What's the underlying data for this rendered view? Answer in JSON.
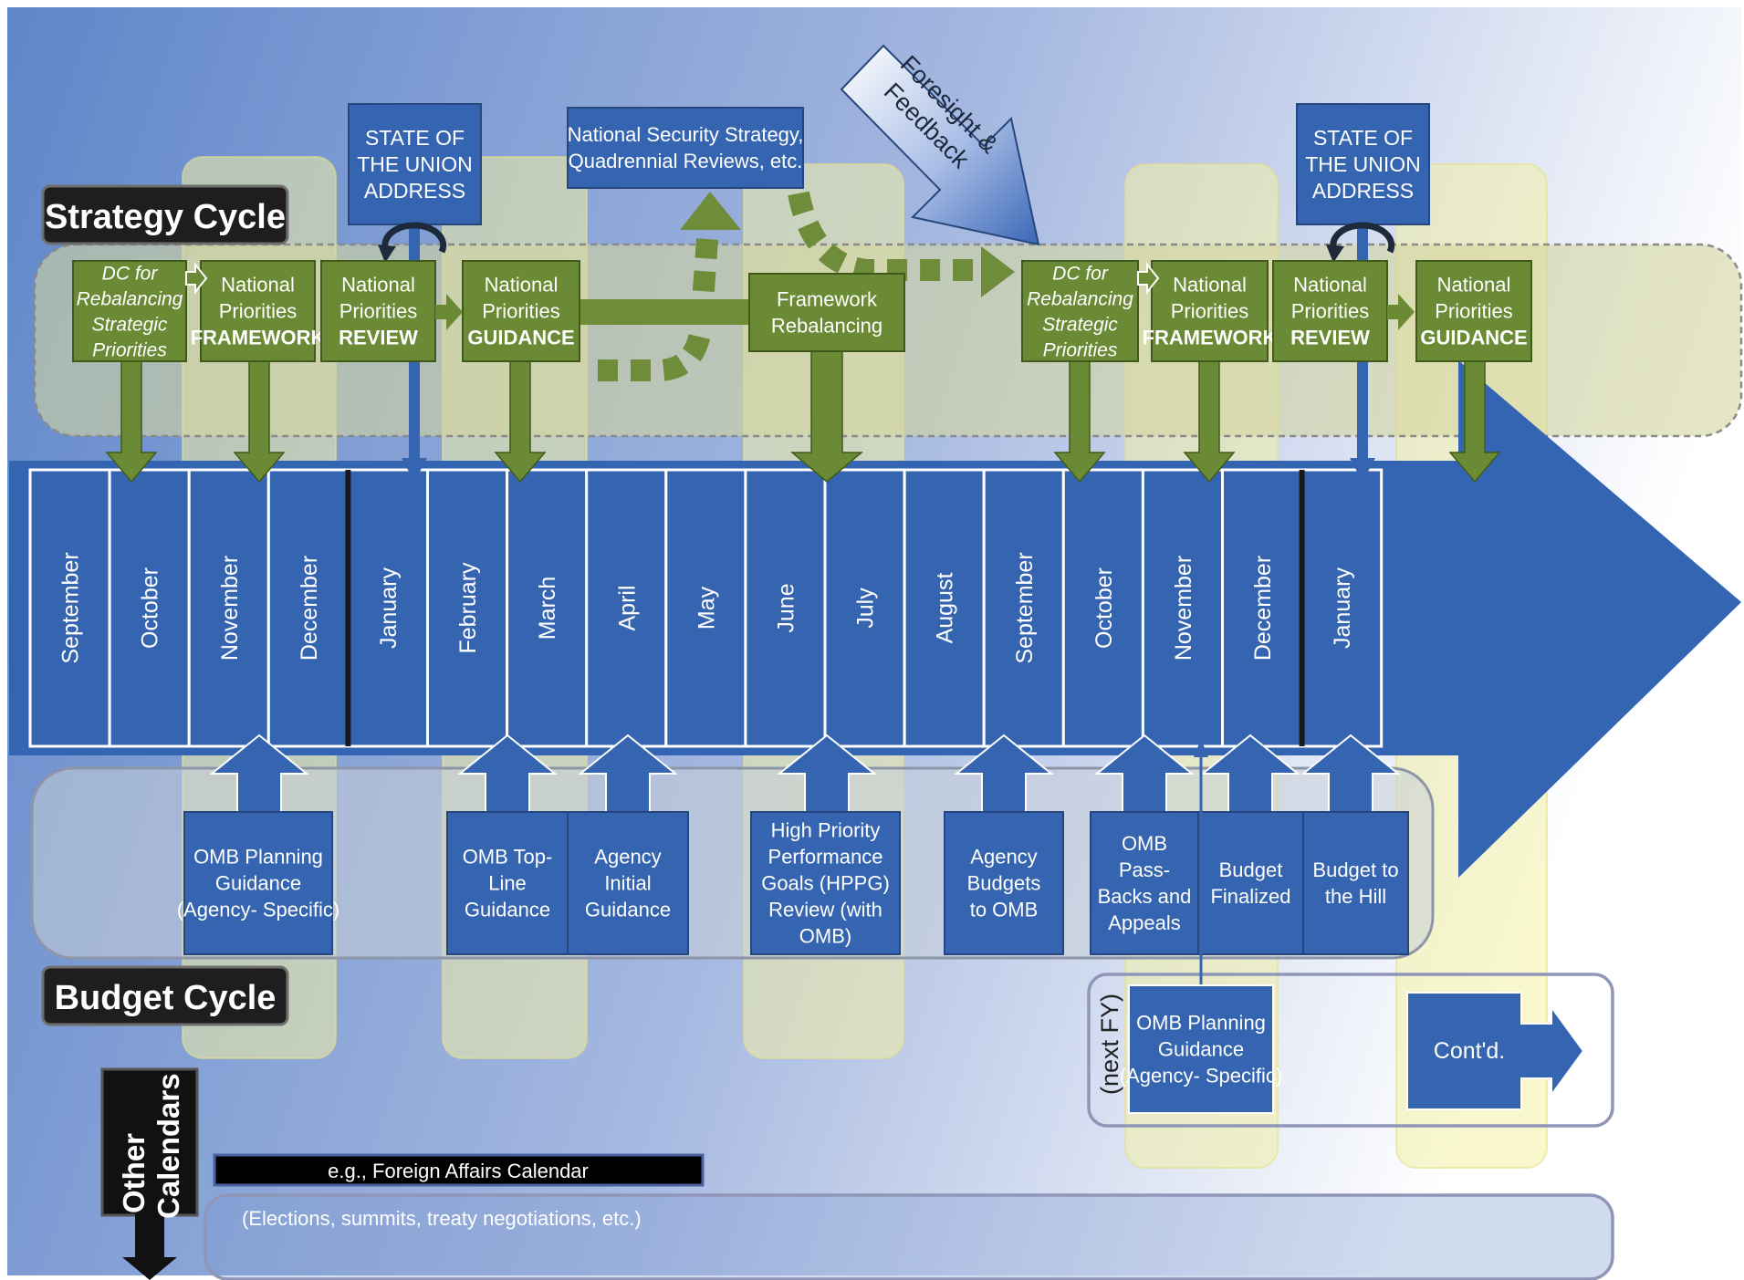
{
  "strategy_cycle": {
    "label": "Strategy Cycle",
    "top_events": [
      {
        "text": [
          "STATE OF",
          "THE UNION",
          "ADDRESS"
        ]
      },
      {
        "text": [
          "National Security Strategy,",
          "Quadrennial Reviews, etc."
        ]
      },
      {
        "text": [
          "STATE OF",
          "THE UNION",
          "ADDRESS"
        ]
      }
    ],
    "foresight_label": [
      "Foresight &",
      "Feedback"
    ],
    "steps": [
      {
        "text": [
          "DC for",
          "Rebalancing",
          "Strategic",
          "Priorities"
        ],
        "style": "italic"
      },
      {
        "text": [
          "National",
          "Priorities",
          "FRAMEWORK"
        ],
        "style": "bold-last"
      },
      {
        "text": [
          "National",
          "Priorities",
          "REVIEW"
        ],
        "style": "bold-last"
      },
      {
        "text": [
          "National",
          "Priorities",
          "GUIDANCE"
        ],
        "style": "bold-last"
      },
      {
        "text": [
          "Framework",
          "Rebalancing"
        ],
        "style": "plain"
      },
      {
        "text": [
          "DC for",
          "Rebalancing",
          "Strategic",
          "Priorities"
        ],
        "style": "italic"
      },
      {
        "text": [
          "National",
          "Priorities",
          "FRAMEWORK"
        ],
        "style": "bold-last"
      },
      {
        "text": [
          "National",
          "Priorities",
          "REVIEW"
        ],
        "style": "bold-last"
      },
      {
        "text": [
          "National",
          "Priorities",
          "GUIDANCE"
        ],
        "style": "bold-last"
      }
    ]
  },
  "timeline": {
    "months": [
      "September",
      "October",
      "November",
      "December",
      "January",
      "February",
      "March",
      "April",
      "May",
      "June",
      "July",
      "August",
      "September",
      "October",
      "November",
      "December",
      "January"
    ]
  },
  "budget_cycle": {
    "label": "Budget Cycle",
    "items": [
      {
        "text": [
          "OMB Planning",
          "Guidance",
          "(Agency- Specific)"
        ]
      },
      {
        "text": [
          "OMB Top-",
          "Line",
          "Guidance"
        ]
      },
      {
        "text": [
          "Agency",
          "Initial",
          "Guidance"
        ]
      },
      {
        "text": [
          "High Priority",
          "Performance",
          "Goals (HPPG)",
          "Review (with",
          "OMB)"
        ]
      },
      {
        "text": [
          "Agency",
          "Budgets",
          "to OMB"
        ]
      },
      {
        "text": [
          "OMB",
          "Pass-",
          "Backs and",
          "Appeals"
        ]
      },
      {
        "text": [
          "Budget",
          "Finalized"
        ]
      },
      {
        "text": [
          "Budget to",
          "the Hill"
        ]
      }
    ],
    "next_fy": {
      "side_label": "(next FY)",
      "text": [
        "OMB Planning",
        "Guidance",
        "(Agency- Specific)"
      ]
    },
    "contd": "Cont'd."
  },
  "other_calendars": {
    "label": [
      "Other",
      "Calendars"
    ],
    "example": "e.g., Foreign Affairs Calendar",
    "note": "(Elections, summits, treaty negotiations, etc.)"
  },
  "colors": {
    "blue_box": "#3565b0",
    "green_box": "#6b8a35",
    "bg_left": "#5f86c9",
    "bg_right": "#ffffff",
    "yellow_band": "#f3f0a6"
  }
}
